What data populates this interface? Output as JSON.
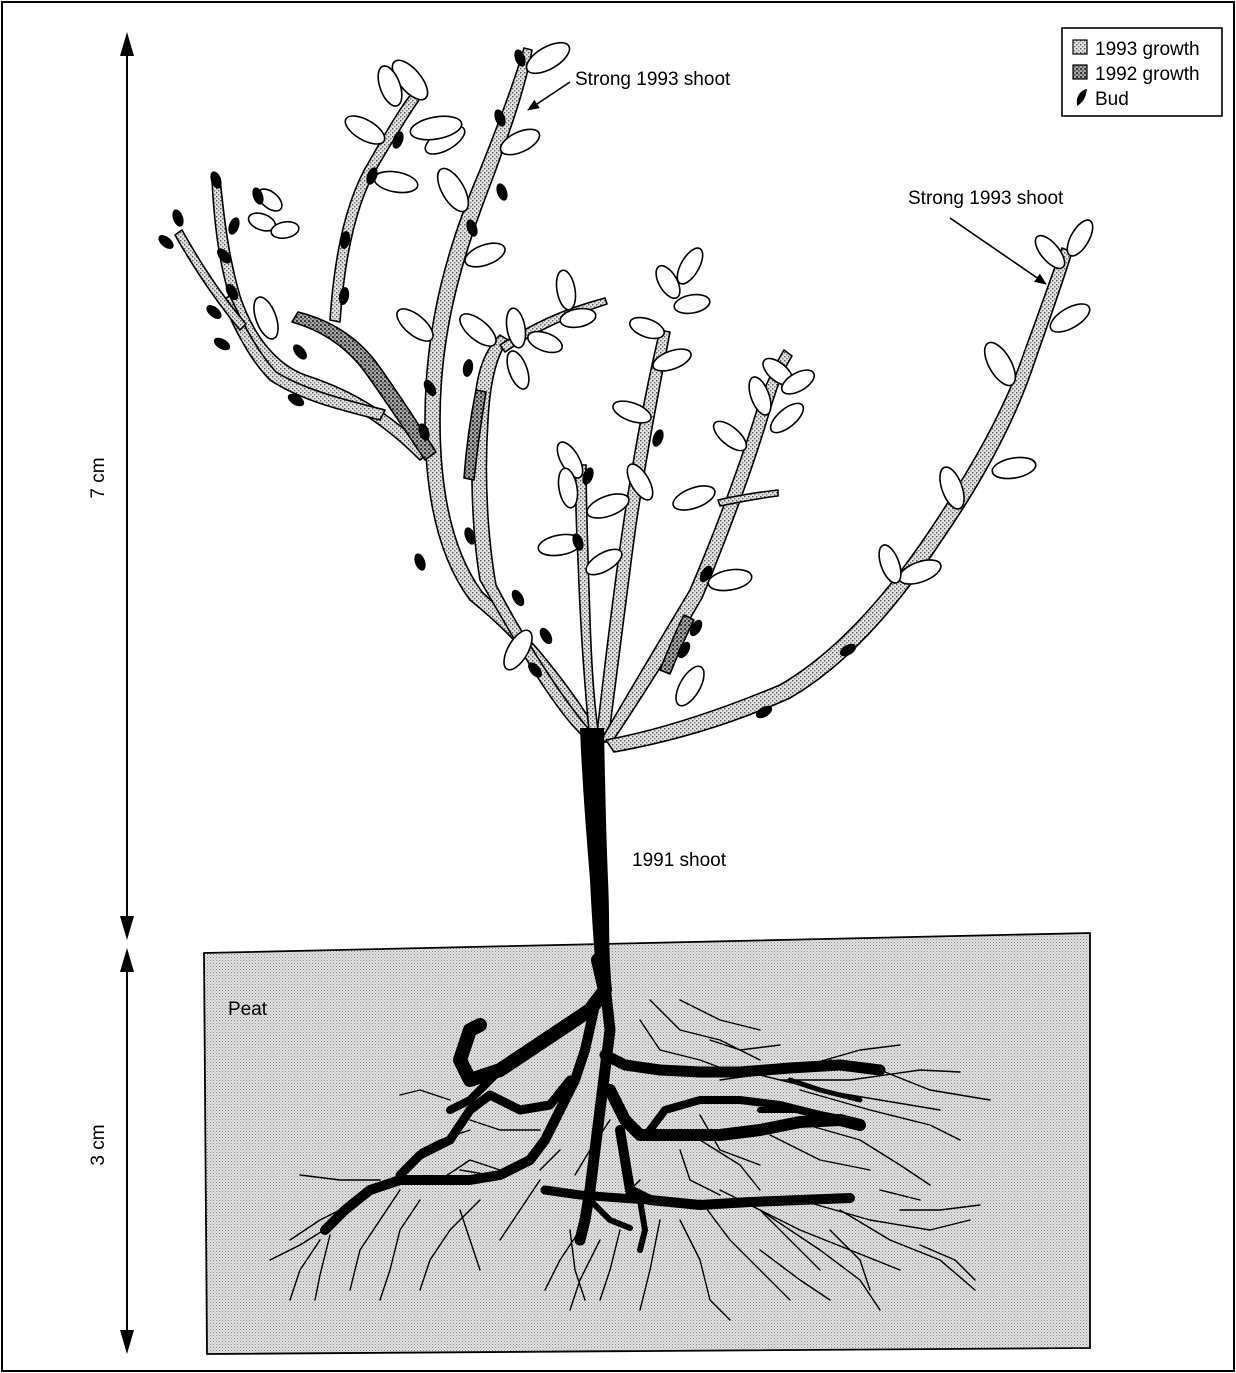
{
  "labels": {
    "strong_shoot_left": "Strong 1993 shoot",
    "strong_shoot_right": "Strong 1993 shoot",
    "shoot_1991": "1991 shoot",
    "peat": "Peat",
    "height_above": "7 cm",
    "height_below": "3 cm"
  },
  "legend": [
    {
      "label": "1993 growth",
      "fill": "light-stipple"
    },
    {
      "label": "1992 growth",
      "fill": "dark-stipple"
    },
    {
      "label": "Bud",
      "fill": "black"
    }
  ],
  "colors": {
    "ink": "#000000",
    "paper": "#ffffff",
    "growth_1993": "#c9c9c9",
    "growth_1992": "#8e8e8e",
    "peat": "#d6d6d6"
  }
}
